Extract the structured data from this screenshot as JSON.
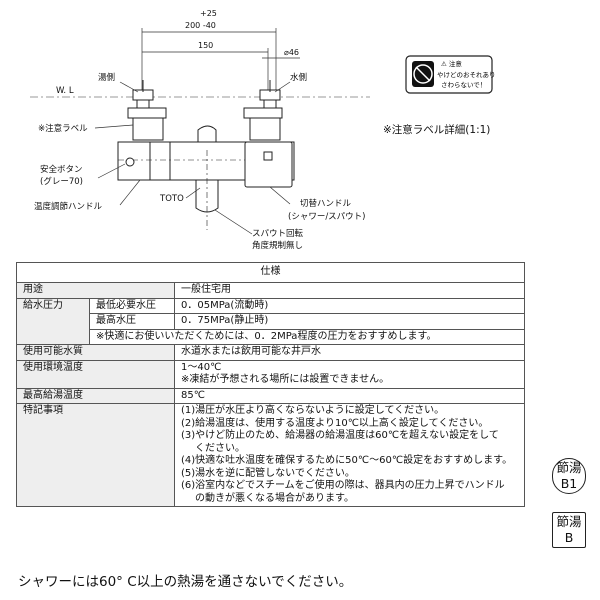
{
  "drawing": {
    "dim_plus25": "+25",
    "dim_200_40": "200 -40",
    "dim_150": "150",
    "dim_46": "⌀46",
    "label_hot_side": "湯側",
    "label_cold_side": "水側",
    "label_wl": "W. L",
    "label_caution_label": "※注意ラベル",
    "label_safety_button_1": "安全ボタン",
    "label_safety_button_2": "(グレー70)",
    "label_temp_handle": "温度調節ハンドル",
    "label_toto": "TOTO",
    "label_switch_handle_1": "切替ハンドル",
    "label_switch_handle_2": "(シャワー/スパウト)",
    "label_spout_1": "スパウト回転",
    "label_spout_2": "角度規制無し",
    "caution_head": "⚠ 注意",
    "caution_line1": "やけどのおそれあり",
    "caution_line2": "さわらないで！",
    "caution_detail_title": "※注意ラベル詳細(1:1)"
  },
  "spec": {
    "title": "仕様",
    "rows": {
      "use_key": "用途",
      "use_val": "一般住宅用",
      "pressure_key": "給水圧力",
      "min_key": "最低必要水圧",
      "min_val": "0．05MPa(流動時)",
      "max_key": "最高水圧",
      "max_val": "0．75MPa(静止時)",
      "pressure_note": "※快適にお使いいただくためには、0．2MPa程度の圧力をおすすめします。",
      "water_key": "使用可能水質",
      "water_val": "水道水または飲用可能な井戸水",
      "env_key": "使用環境温度",
      "env_val": "1〜40℃",
      "env_note": "※凍結が予想される場所には設置できません。",
      "hot_key": "最高給湯温度",
      "hot_val": "85℃",
      "notes_key": "特記事項"
    },
    "notes": [
      "(1)湯圧が水圧より高くならないように設定してください。",
      "(2)給湯温度は、使用する温度より10℃以上高く設定してください。",
      "(3)やけど防止のため、給湯器の給湯温度は60℃を超えない設定をして",
      "ください。",
      "(4)快適な吐水温度を確保するために50℃〜60℃設定をおすすめします。",
      "(5)湯水を逆に配管しないでください。",
      "(6)浴室内などでスチームをご使用の際は、器具内の圧力上昇でハンドル",
      "の動きが悪くなる場合があります。"
    ]
  },
  "badges": {
    "b1_top": "節湯",
    "b1_bottom": "B1",
    "b_top": "節湯",
    "b_bottom": "B"
  },
  "footer": "シャワーには60° C以上の熱湯を通さないでください。"
}
